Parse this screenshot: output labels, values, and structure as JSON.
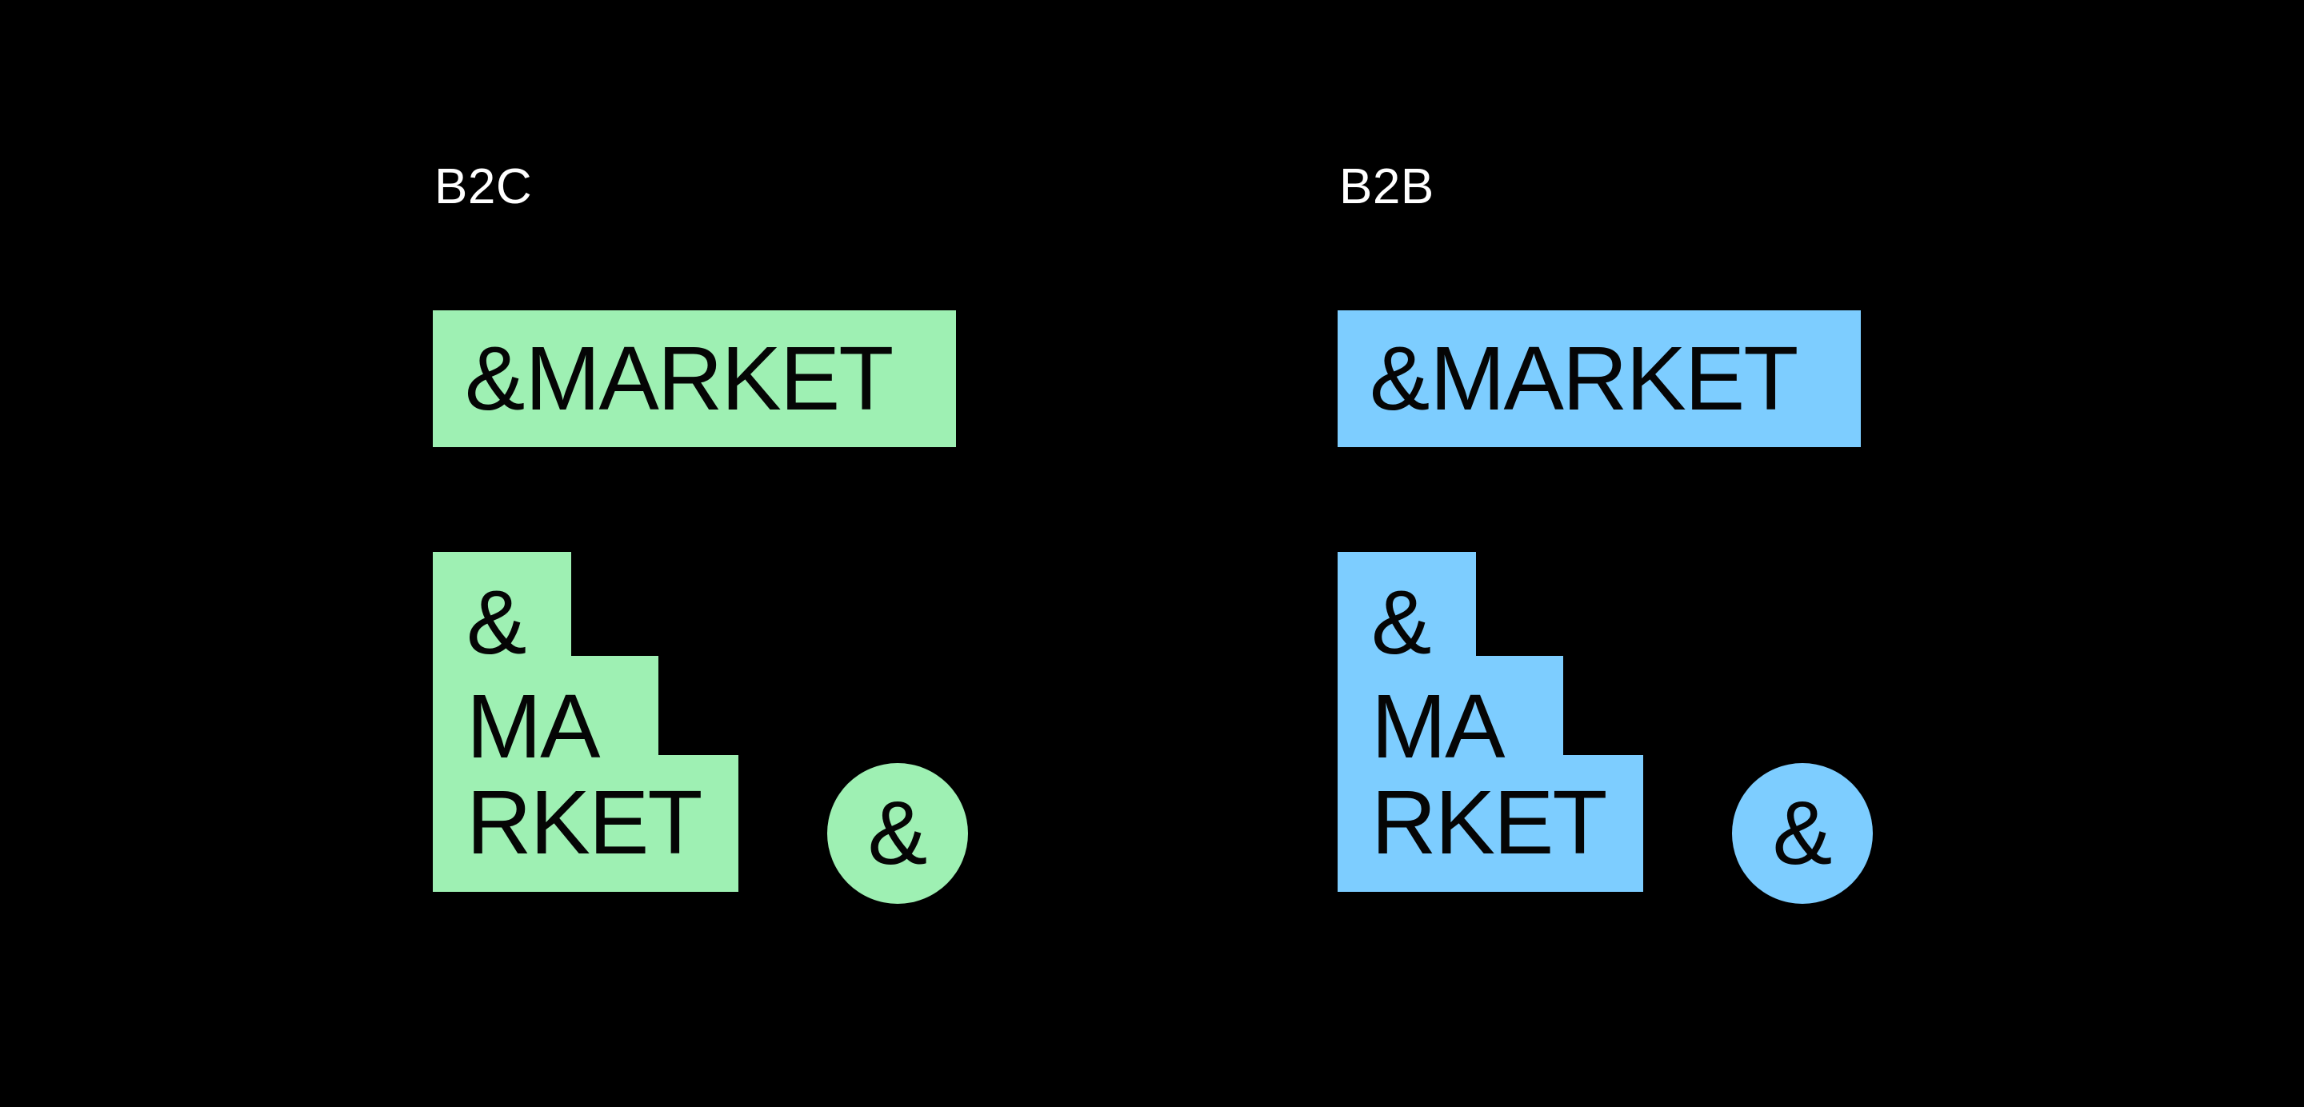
{
  "colors": {
    "background": "#000000",
    "label": "#ffffff",
    "ink": "#050505"
  },
  "variants": [
    {
      "label": "B2C",
      "color": "#9ef0b3",
      "wordmark": {
        "amp": "&",
        "text": "MARKET"
      },
      "stacked": {
        "line1": "&",
        "line2": "MA",
        "line3": "RKET"
      },
      "circle_glyph": "&"
    },
    {
      "label": "B2B",
      "color": "#7dcdff",
      "wordmark": {
        "amp": "&",
        "text": "MARKET"
      },
      "stacked": {
        "line1": "&",
        "line2": "MA",
        "line3": "RKET"
      },
      "circle_glyph": "&"
    }
  ]
}
